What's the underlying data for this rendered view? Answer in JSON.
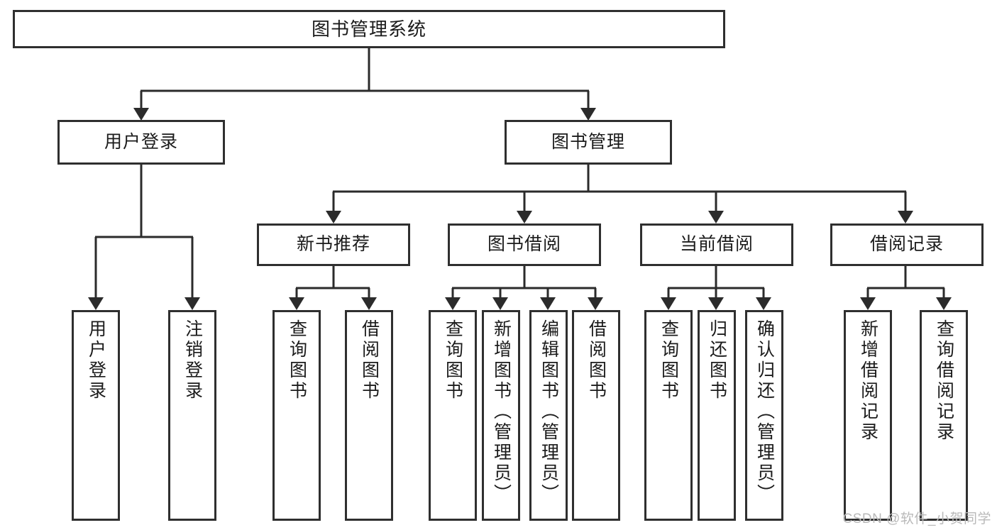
{
  "diagram": {
    "title": "图书管理系统",
    "type": "tree-hierarchy-diagram",
    "root": {
      "label": "图书管理系统"
    },
    "level2": [
      {
        "label": "用户登录"
      },
      {
        "label": "图书管理"
      }
    ],
    "level3": [
      {
        "label": "新书推荐"
      },
      {
        "label": "图书借阅"
      },
      {
        "label": "当前借阅"
      },
      {
        "label": "借阅记录"
      }
    ],
    "leaves": {
      "user_login": [
        {
          "label": "用户登录"
        },
        {
          "label": "注销登录"
        }
      ],
      "new_book_recommend": [
        {
          "label": "查询图书"
        },
        {
          "label": "借阅图书"
        }
      ],
      "book_borrow": [
        {
          "label": "查询图书"
        },
        {
          "label": "新增图书（管理员）"
        },
        {
          "label": "编辑图书（管理员）"
        },
        {
          "label": "借阅图书"
        }
      ],
      "current_borrow": [
        {
          "label": "查询图书"
        },
        {
          "label": "归还图书"
        },
        {
          "label": "确认归还（管理员）"
        }
      ],
      "borrow_record": [
        {
          "label": "新增借阅记录"
        },
        {
          "label": "查询借阅记录"
        }
      ]
    }
  },
  "watermark": {
    "text": "CSDN @软件_小贺同学"
  },
  "colors": {
    "box_border": "#2f2f2f",
    "box_fill": "#ffffff",
    "connector": "#2b2b2b",
    "text": "#1b1b1b",
    "watermark": "#b9b9b9",
    "page_background": "#ffffff"
  }
}
